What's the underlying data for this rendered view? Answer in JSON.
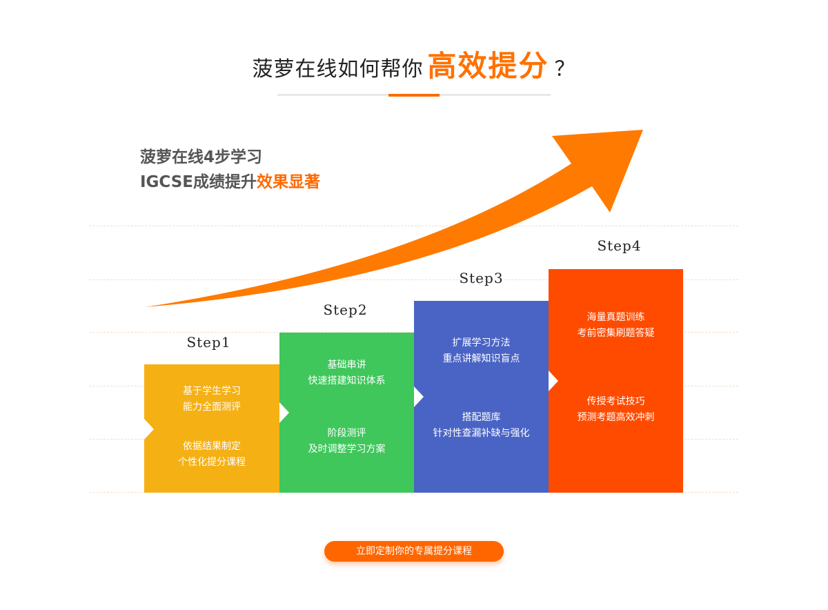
{
  "header": {
    "title_prefix": "菠萝在线如何帮你",
    "title_highlight": "高效提分",
    "title_suffix": "？"
  },
  "slogan": {
    "line1": "菠萝在线4步学习",
    "line2_prefix": "IGCSE成绩提升",
    "line2_accent": "效果显著"
  },
  "steps": [
    {
      "label": "Step1",
      "color": "#f5b013",
      "lines": [
        "基于学生学习",
        "能力全面测评",
        "依据结果制定",
        "个性化提分课程"
      ]
    },
    {
      "label": "Step2",
      "color": "#3fc75c",
      "lines": [
        "基础串讲",
        "快速搭建知识体系",
        "阶段测评",
        "及时调整学习方案"
      ]
    },
    {
      "label": "Step3",
      "color": "#4a64c5",
      "lines": [
        "扩展学习方法",
        "重点讲解知识盲点",
        "搭配题库",
        "针对性查漏补缺与强化"
      ]
    },
    {
      "label": "Step4",
      "color": "#ff4b00",
      "lines": [
        "海量真题训练",
        "考前密集刷题答疑",
        "传授考试技巧",
        "预测考题高效冲刺"
      ]
    }
  ],
  "cta": {
    "label": "立即定制你的专属提分课程"
  },
  "colors": {
    "accent": "#ff6a00",
    "arrow": "#ff7a00"
  }
}
